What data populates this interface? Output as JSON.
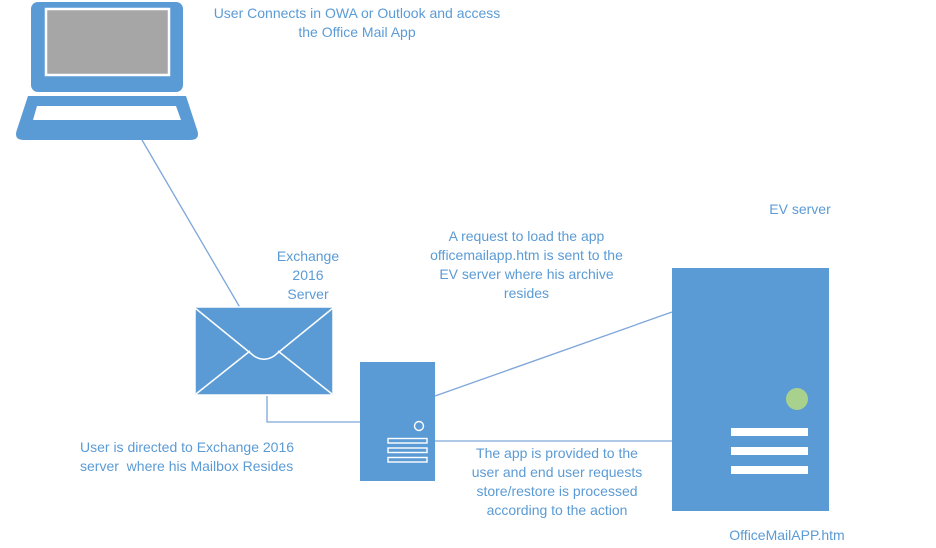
{
  "colors": {
    "shape_blue": "#5B9BD5",
    "text_blue": "#5B9BD5",
    "line_blue": "#7EA6DB",
    "screen_gray": "#A6A6A6",
    "led_green": "#A9D18E"
  },
  "icons": {
    "user_client": "laptop-icon",
    "exchange_server": "envelope-icon",
    "app_server": "server-tower-icon",
    "ev_server": "ev-server-rack-icon",
    "status": "led-circle-icon"
  },
  "labels": {
    "top_caption": {
      "lines": [
        "User Connects in OWA or Outlook and access",
        "the Office Mail App"
      ]
    },
    "exchange_server": {
      "lines": [
        "Exchange",
        "2016",
        "Server"
      ]
    },
    "request_caption": {
      "lines": [
        "A request to load the app",
        "officemailapp.htm is sent to the",
        "EV server where his archive",
        "resides"
      ]
    },
    "ev_server": "EV server",
    "directed_caption": {
      "lines": [
        "User is directed to Exchange 2016",
        "server  where his Mailbox Resides"
      ]
    },
    "provided_caption": {
      "lines": [
        "The app is provided to the",
        "user and end user requests",
        "store/restore is processed",
        "according to the action"
      ]
    },
    "officemailapp": "OfficeMailAPP.htm"
  }
}
